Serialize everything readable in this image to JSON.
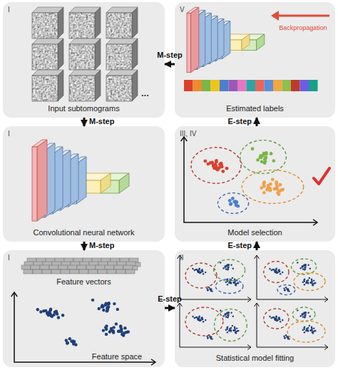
{
  "diagram": {
    "nodes": [
      {
        "text": [
          "I",
          "Input subtomograms"
        ]
      },
      {
        "text": [
          "V",
          "Backpropagation",
          "Estimated labels"
        ]
      },
      {
        "text": [
          "I",
          "Convolutional neural network"
        ]
      },
      {
        "text": [
          "III, IV",
          "Model selection"
        ]
      },
      {
        "text": [
          "I",
          "Feature vectors",
          "Feature space"
        ]
      },
      {
        "text": [
          "II",
          "Statistical model fitting"
        ]
      }
    ],
    "edges": [
      {
        "from": 0,
        "to": 2,
        "label": "M-step",
        "arrow": "to"
      },
      {
        "from": 2,
        "to": 4,
        "label": "M-step",
        "arrow": "to"
      },
      {
        "from": 4,
        "to": 5,
        "label": "E-step",
        "arrow": "to"
      },
      {
        "from": 5,
        "to": 3,
        "label": "E-step",
        "arrow": "to"
      },
      {
        "from": 3,
        "to": 1,
        "label": "E-step",
        "arrow": "to"
      },
      {
        "from": 1,
        "to": 0,
        "label": "M-step",
        "arrow": "to"
      }
    ],
    "labels": [
      "..."
    ]
  }
}
